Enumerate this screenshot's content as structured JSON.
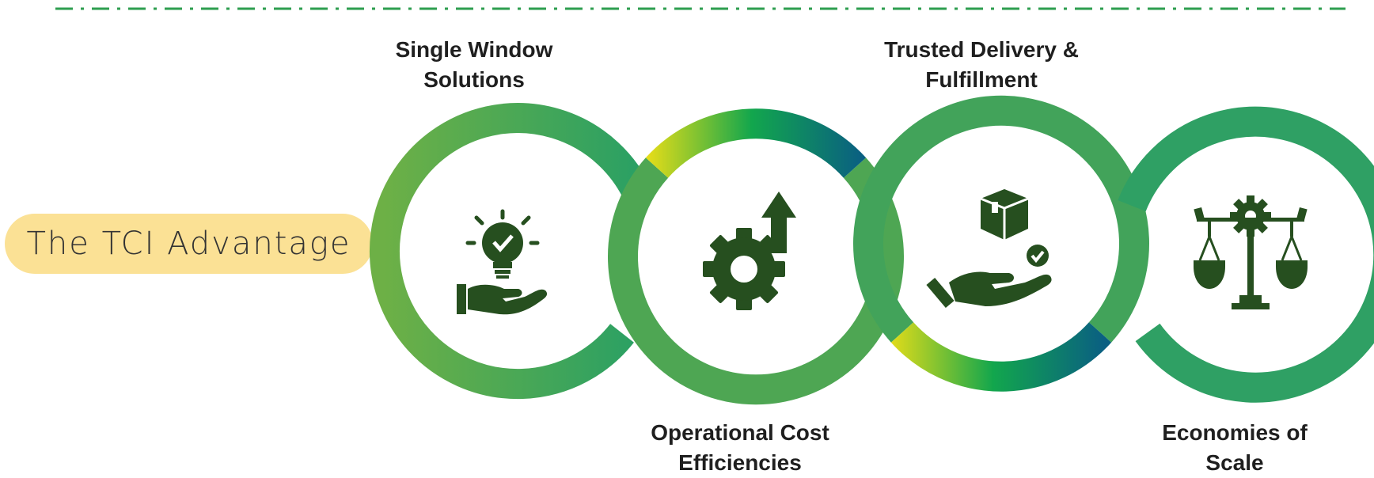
{
  "title": "The TCI Advantage",
  "advantages": [
    {
      "line1": "Single Window",
      "line2": "Solutions",
      "icon": "lightbulb-hand-icon"
    },
    {
      "line1": "Operational Cost",
      "line2": "Efficiencies",
      "icon": "gear-arrow-icon"
    },
    {
      "line1": "Trusted Delivery &",
      "line2": "Fulfillment",
      "icon": "box-hand-icon"
    },
    {
      "line1": "Economies of",
      "line2": "Scale",
      "icon": "balance-scale-icon"
    }
  ],
  "colors": {
    "ring_green": "#4fa84f",
    "gradient_yellow": "#f2e015",
    "gradient_green": "#12a64d",
    "gradient_teal": "#0a5f82",
    "icon_dark": "#264f1f",
    "pill": "#fbe195",
    "dash": "#2e9e4f"
  }
}
